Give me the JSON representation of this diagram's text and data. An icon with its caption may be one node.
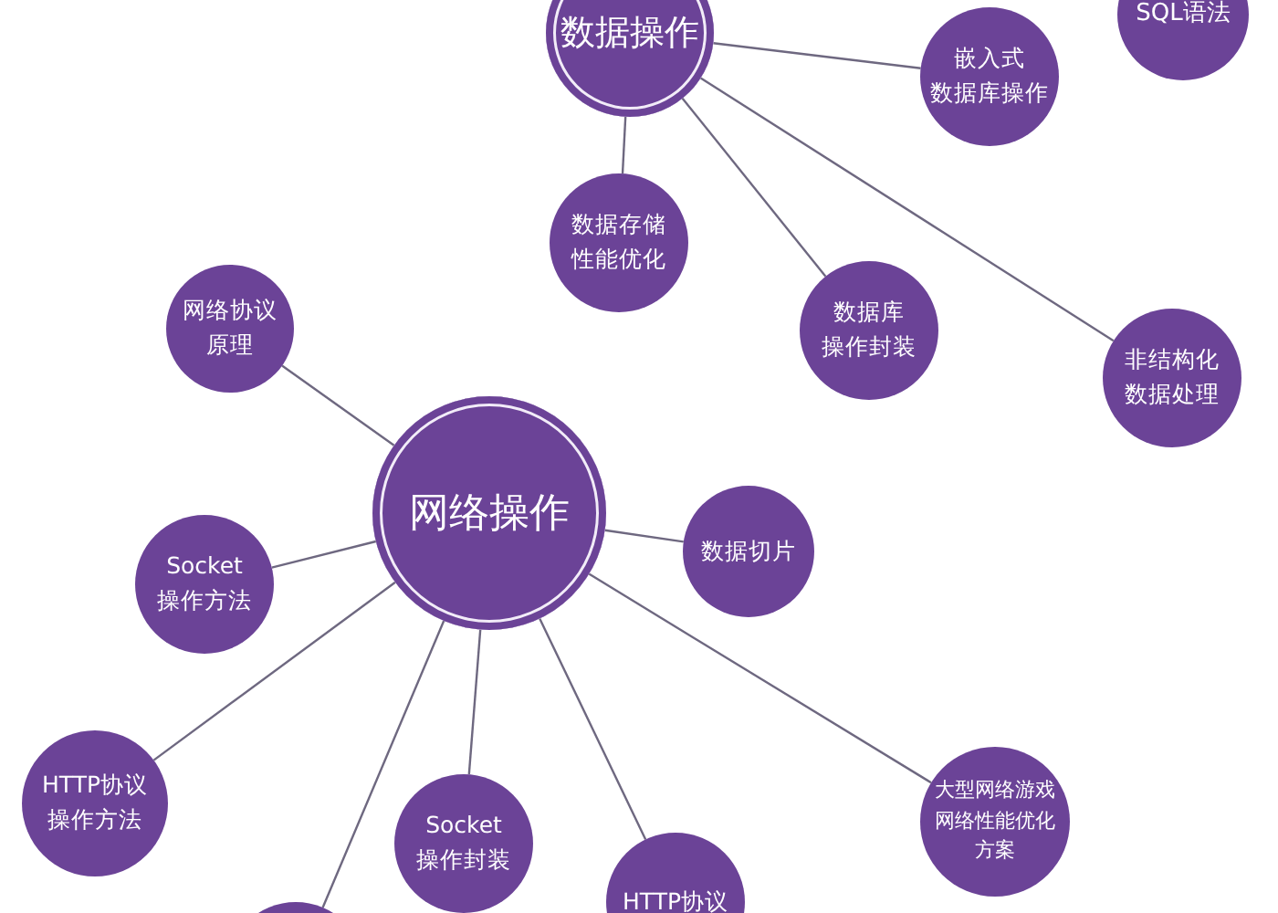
{
  "diagram": {
    "nodes": [
      {
        "text": [
          "数据操作"
        ]
      },
      {
        "text": [
          "SQL语法"
        ]
      },
      {
        "text": [
          "嵌入式数据库操作"
        ]
      },
      {
        "text": [
          "数据存储性能优化"
        ]
      },
      {
        "text": [
          "数据库操作封装"
        ]
      },
      {
        "text": [
          "非结构化数据处理"
        ]
      },
      {
        "text": [
          "网络协议原理"
        ]
      },
      {
        "text": [
          "网络操作"
        ]
      },
      {
        "text": [
          "Socket操作方法"
        ]
      },
      {
        "text": [
          "数据切片"
        ]
      },
      {
        "text": [
          "HTTP协议操作方法"
        ]
      },
      {
        "text": [],
        "shape": "circle"
      },
      {
        "text": [
          "Socket操作封装"
        ]
      },
      {
        "text": [
          "HTTP协议"
        ]
      },
      {
        "text": [
          "大型网络游戏网络性能优化方案"
        ]
      }
    ],
    "edges": [
      {
        "from": 0,
        "to": 2,
        "arrow": "none"
      },
      {
        "from": 0,
        "to": 3,
        "arrow": "none"
      },
      {
        "from": 0,
        "to": 4,
        "arrow": "none"
      },
      {
        "from": 0,
        "to": 5,
        "arrow": "none"
      },
      {
        "from": 7,
        "to": 6,
        "arrow": "none"
      },
      {
        "from": 7,
        "to": 8,
        "arrow": "none"
      },
      {
        "from": 7,
        "to": 9,
        "arrow": "none"
      },
      {
        "from": 7,
        "to": 10,
        "arrow": "none"
      },
      {
        "from": 7,
        "to": 11,
        "arrow": "none"
      },
      {
        "from": 7,
        "to": 12,
        "arrow": "none"
      },
      {
        "from": 7,
        "to": 13,
        "arrow": "none"
      },
      {
        "from": 7,
        "to": 14,
        "arrow": "none"
      }
    ]
  }
}
